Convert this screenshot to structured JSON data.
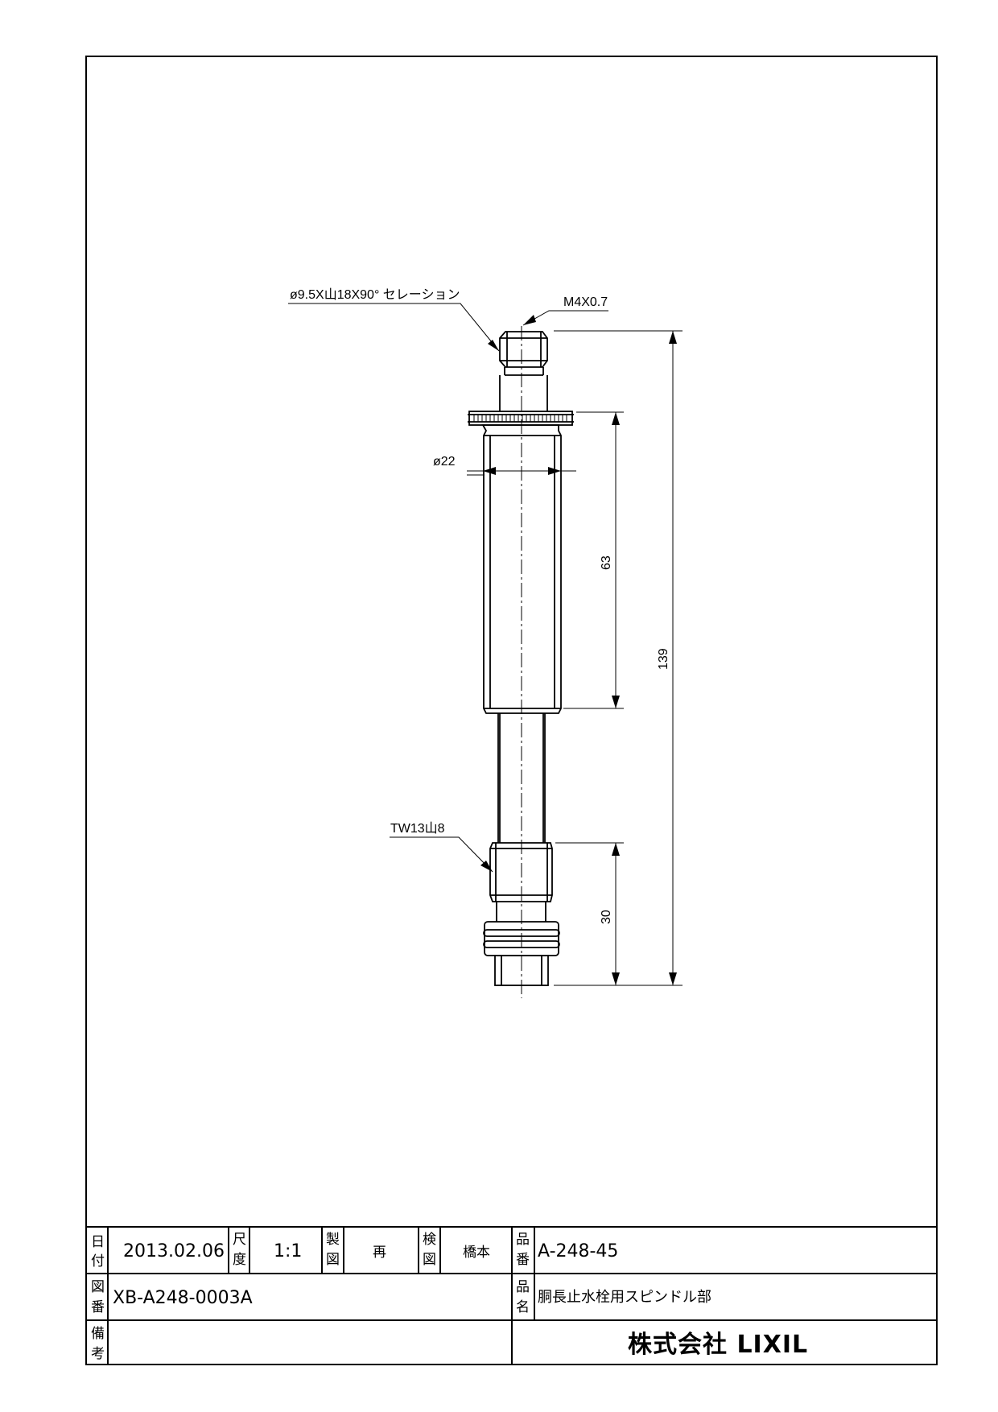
{
  "annotations": {
    "serration": "ø9.5X山18X90° セレーション",
    "thread_top": "M4X0.7",
    "diameter": "ø22",
    "thread_bottom": "TW13山8"
  },
  "dimensions": {
    "upper_length": "63",
    "total_length": "139",
    "lower_length": "30"
  },
  "title_block": {
    "date_label": [
      "日",
      "付"
    ],
    "date_value": "2013.02.06",
    "scale_label": [
      "尺",
      "度"
    ],
    "scale_value": "1:1",
    "drawn_label": [
      "製",
      "図"
    ],
    "drawn_value": "再",
    "checked_label": [
      "検",
      "図"
    ],
    "checked_value": "橋本",
    "part_no_label": [
      "品",
      "番"
    ],
    "part_no_value": "A-248-45",
    "drawing_no_label": [
      "図",
      "番"
    ],
    "drawing_no_value": "XB-A248-0003A",
    "part_name_label": [
      "品",
      "名"
    ],
    "part_name_value": "胴長止水栓用スピンドル部",
    "remarks_label": [
      "備",
      "考"
    ],
    "company": "株式会社 LIXIL"
  }
}
